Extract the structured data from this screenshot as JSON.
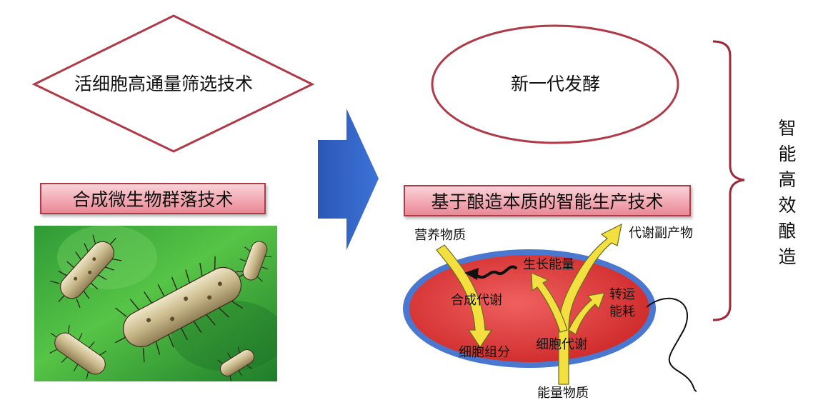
{
  "diamond": {
    "text": "活细胞高通量筛选技术"
  },
  "ellipse": {
    "text": "新一代发酵"
  },
  "box_left": {
    "text": "合成微生物群落技术"
  },
  "box_right": {
    "text": "基于酿造本质的智能生产技术"
  },
  "side_label": {
    "chars": [
      "智",
      "能",
      "高",
      "效",
      "酿",
      "造"
    ]
  },
  "cell": {
    "nutrients": "营养物质",
    "byproducts": "代谢副产物",
    "growth_energy": "生长能量",
    "transport": "转运",
    "energy_cost": "能耗",
    "anabolism": "合成代谢",
    "cell_components": "细胞组分",
    "cell_metabolism": "细胞代谢",
    "energy_substance": "能量物质"
  },
  "colors": {
    "outline_red": "#b03a48",
    "arrow_blue": "#2f5fbf",
    "cell_red": "#e23a3a",
    "membrane_blue": "#4a78d0",
    "flow_yellow": "#f3e040"
  }
}
